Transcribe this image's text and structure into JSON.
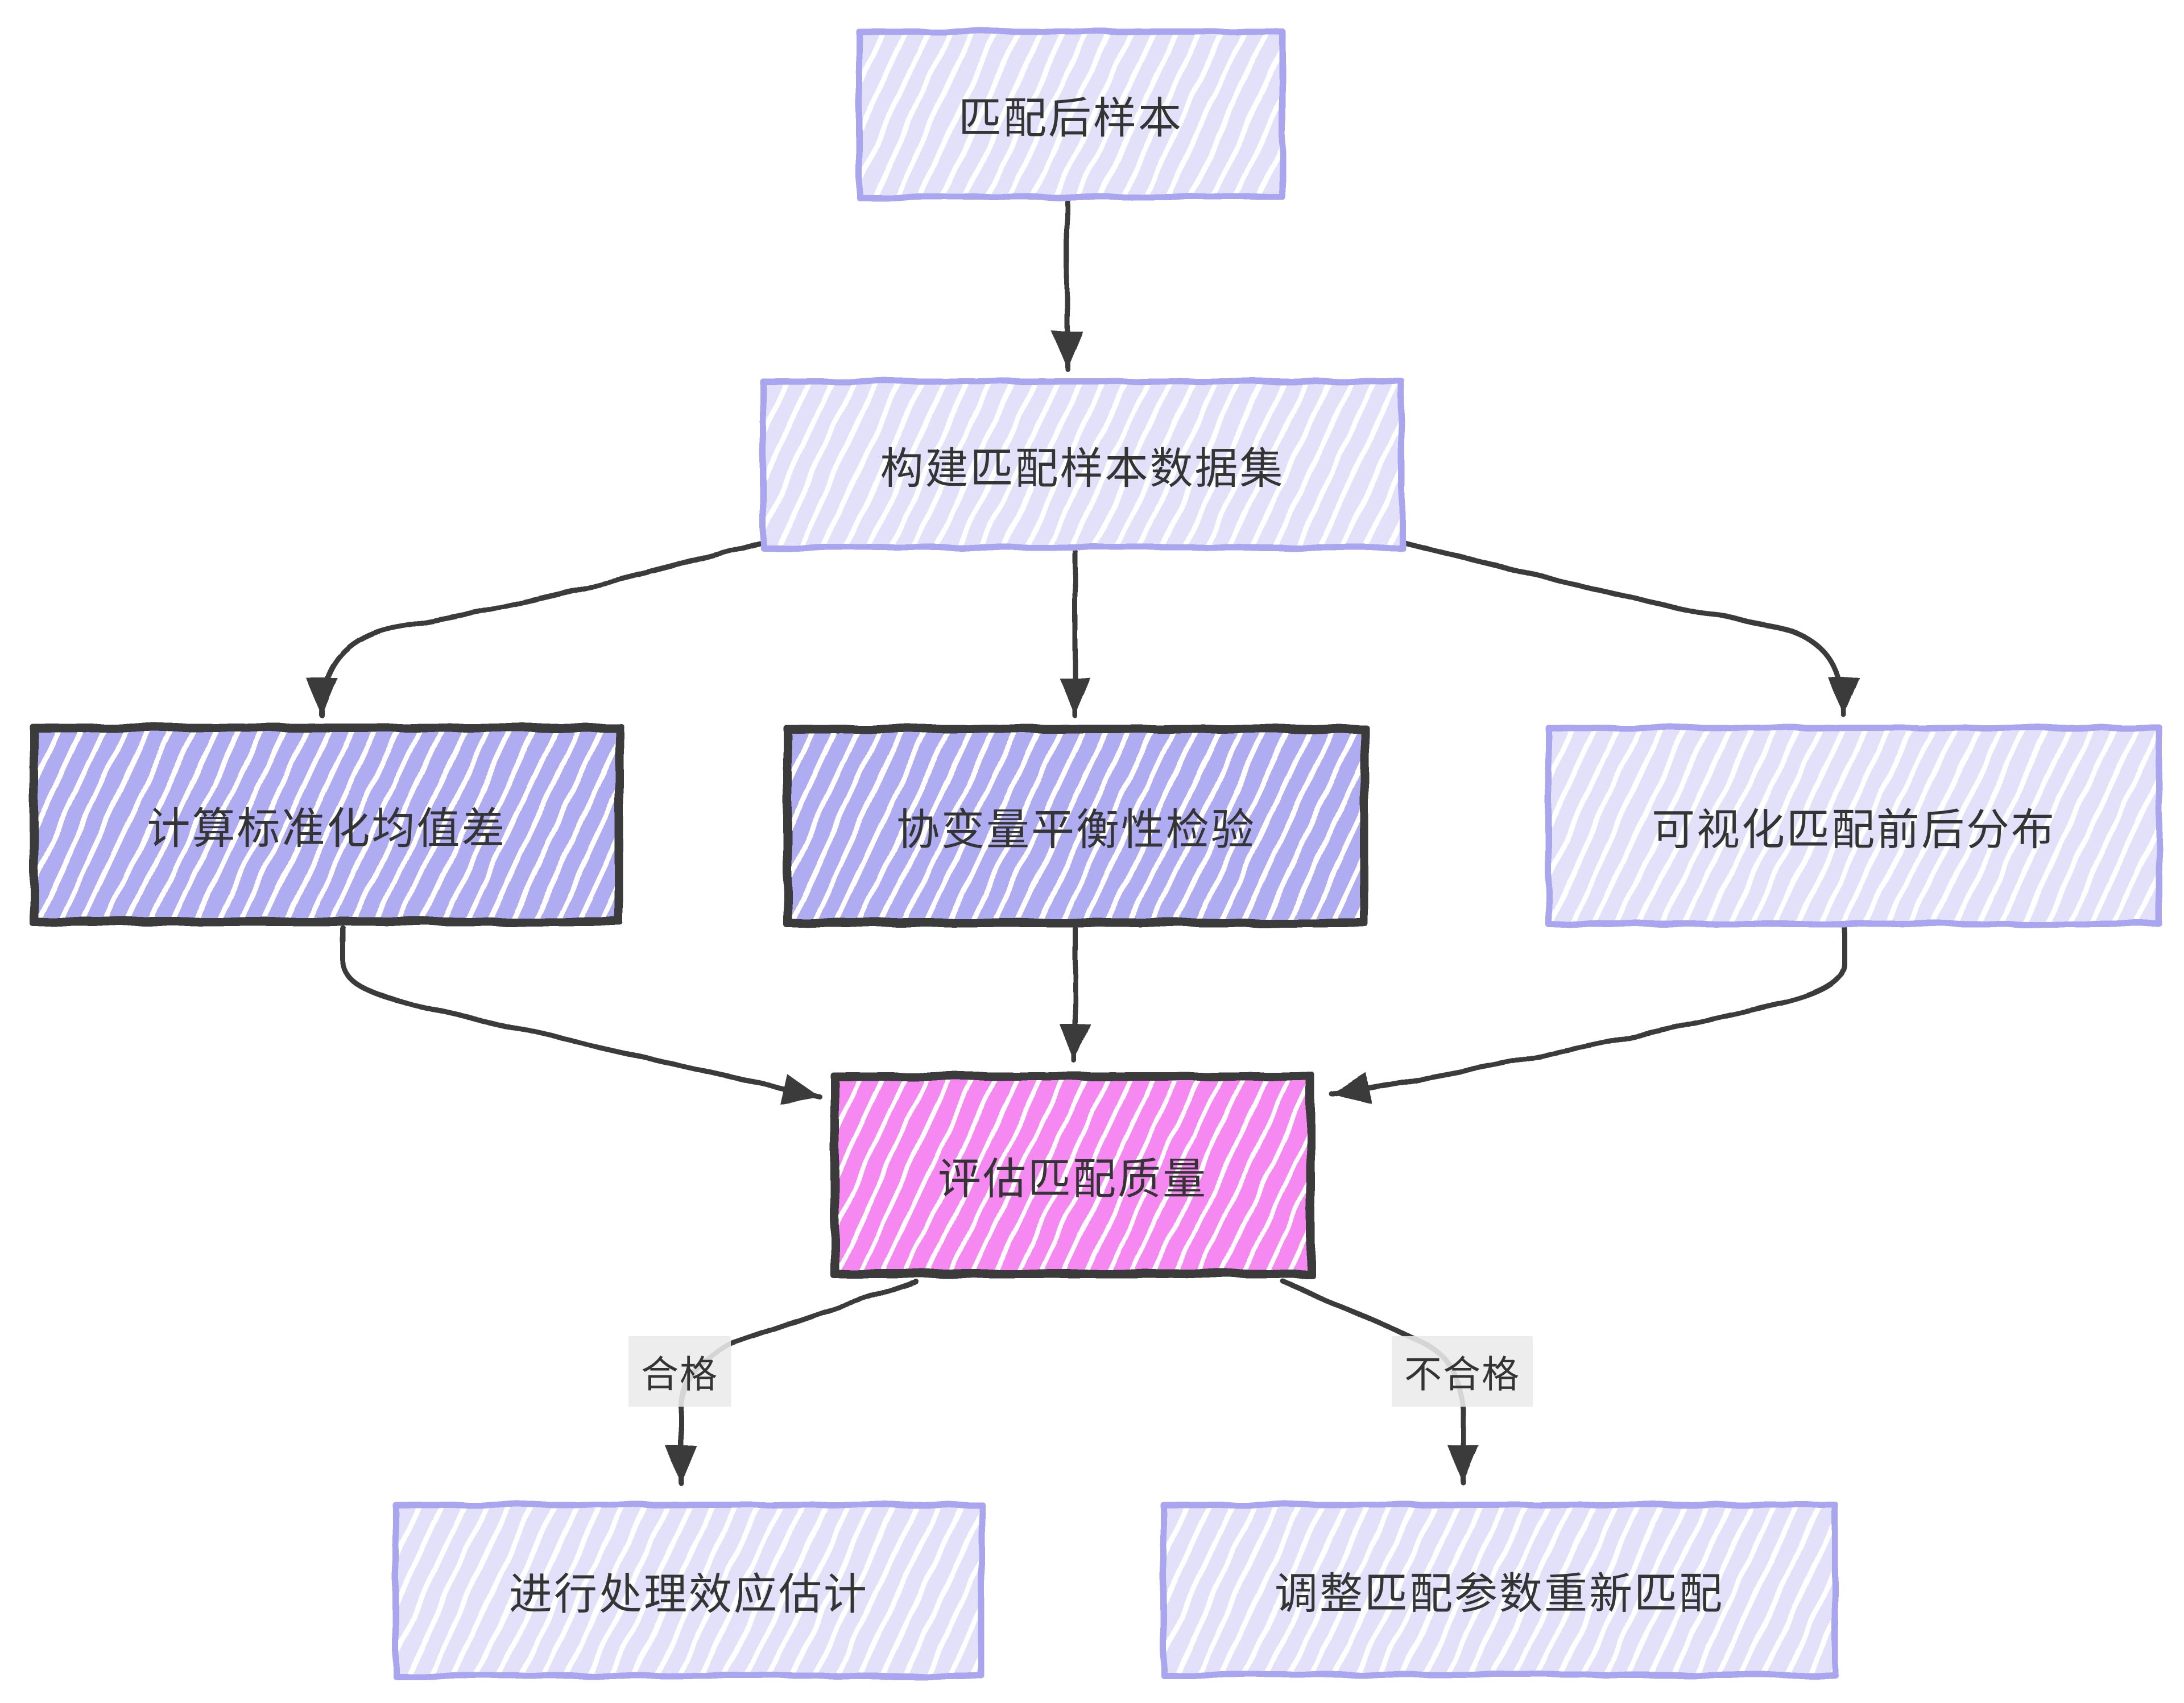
{
  "diagram": {
    "nodes": [
      {
        "id": "matched-sample",
        "label": "匹配后样本",
        "style": "light"
      },
      {
        "id": "build-dataset",
        "label": "构建匹配样本数据集",
        "style": "light"
      },
      {
        "id": "smd",
        "label": "计算标准化均值差",
        "style": "accent"
      },
      {
        "id": "balance-test",
        "label": "协变量平衡性检验",
        "style": "accent"
      },
      {
        "id": "visualize",
        "label": "可视化匹配前后分布",
        "style": "light"
      },
      {
        "id": "evaluate-quality",
        "label": "评估匹配质量",
        "style": "pink"
      },
      {
        "id": "effect-estimation",
        "label": "进行处理效应估计",
        "style": "light"
      },
      {
        "id": "rematch",
        "label": "调整匹配参数重新匹配",
        "style": "light"
      }
    ],
    "edge_labels": [
      {
        "id": "pass",
        "text": "合格"
      },
      {
        "id": "fail",
        "text": "不合格"
      }
    ],
    "edges": [
      {
        "from": "matched-sample",
        "to": "build-dataset"
      },
      {
        "from": "build-dataset",
        "to": "smd"
      },
      {
        "from": "build-dataset",
        "to": "balance-test"
      },
      {
        "from": "build-dataset",
        "to": "visualize"
      },
      {
        "from": "smd",
        "to": "evaluate-quality"
      },
      {
        "from": "balance-test",
        "to": "evaluate-quality"
      },
      {
        "from": "visualize",
        "to": "evaluate-quality"
      },
      {
        "from": "evaluate-quality",
        "to": "effect-estimation",
        "label": "合格"
      },
      {
        "from": "evaluate-quality",
        "to": "rematch",
        "label": "不合格"
      }
    ],
    "colors": {
      "light_border": "#a9a6ef",
      "light_fill": "#e3e1f9",
      "accent_fill": "#b0acf1",
      "pink_fill": "#f689f1",
      "dark": "#3b3b3b",
      "edge": "#3b3b3b",
      "label_bg": "#ebebeb",
      "text": "#343434"
    }
  }
}
